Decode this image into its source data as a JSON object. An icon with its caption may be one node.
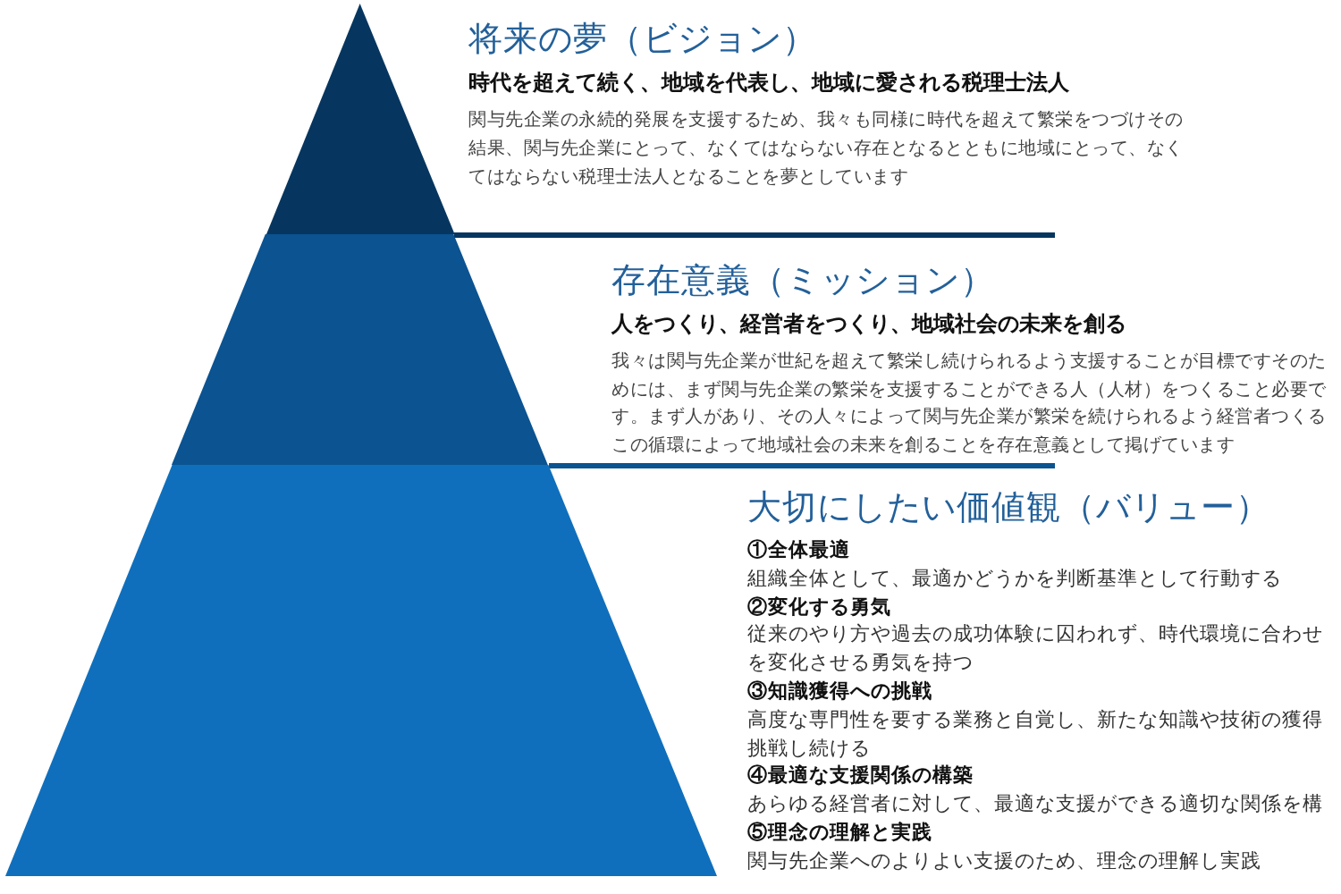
{
  "diagram": {
    "nodes": [
      {
        "text": [
          "将来の夢（ビジョン）",
          "時代を超えて続く、地域を代表し、地域に愛される税理士法人",
          "関与先企業の永続的発展を支援するため、我々も同様に時代を超えて繁栄をつづけその結果、関与先企業にとって、なくてはならない存在となるとともに地域にとって、なくてはならない税理士法人となることを夢としています"
        ]
      },
      {
        "text": [
          "存在意義（ミッション）",
          "人をつくり、経営者をつくり、地域社会の未来を創る",
          "我々は関与先企業が世紀を超えて繁栄し続けられるよう支援することが目標ですそのためには、まず関与先企業の繁栄を支援することができる人（人材）をつくること必要です。まず人があり、その人々によって関与先企業が繁栄を続けられるよう経営者つくるこの循環によって地域社会の未来を創ることを存在意義として掲げています"
        ]
      },
      {
        "text": [
          "大切にしたい価値観（バリュー）",
          "①全体最適",
          "組織全体として、最適かどうかを判断基準として行動する",
          "②変化する勇気",
          "従来のやり方や過去の成功体験に囚われず、時代環境に合わせを変化させる勇気を持つ",
          "③知識獲得への挑戦",
          "高度な専門性を要する業務と自覚し、新たな知識や技術の獲得挑戦し続ける",
          "④最適な支援関係の構築",
          "あらゆる経営者に対して、最適な支援ができる適切な関係を構",
          "⑤理念の理解と実践",
          "関与先企業へのよりよい支援のため、理念の理解し実践"
        ]
      }
    ]
  }
}
